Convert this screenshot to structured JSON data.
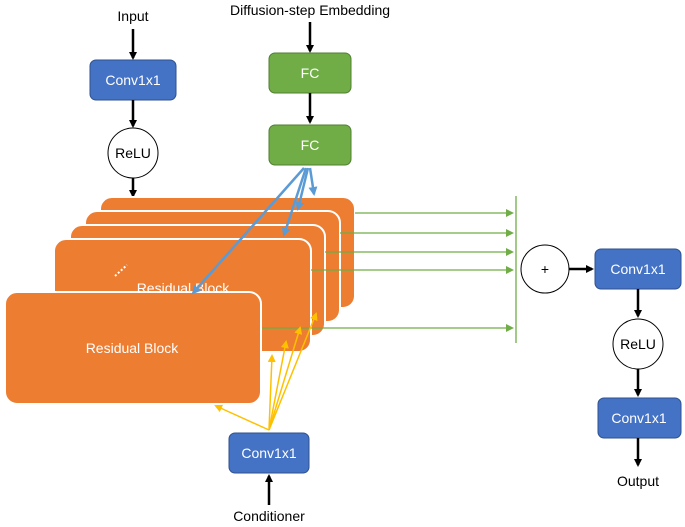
{
  "labels": {
    "input": "Input",
    "embedding": "Diffusion-step Embedding",
    "conditioner": "Conditioner",
    "output": "Output"
  },
  "blocks": {
    "conv_input": "Conv1x1",
    "relu_input": "ReLU",
    "fc_top": "FC",
    "fc_bottom": "FC",
    "residual_back": "Residual Block",
    "residual_front": "Residual Block",
    "conv_conditioner": "Conv1x1",
    "plus": "+",
    "conv_out1": "Conv1x1",
    "relu_out": "ReLU",
    "conv_out2": "Conv1x1"
  },
  "colors": {
    "blue": "#4472c4",
    "green": "#70ad47",
    "orange": "#ed7d31",
    "light_blue_arrow": "#5b9bd5",
    "yellow_arrow": "#ffc000",
    "green_line": "#70ad47"
  }
}
